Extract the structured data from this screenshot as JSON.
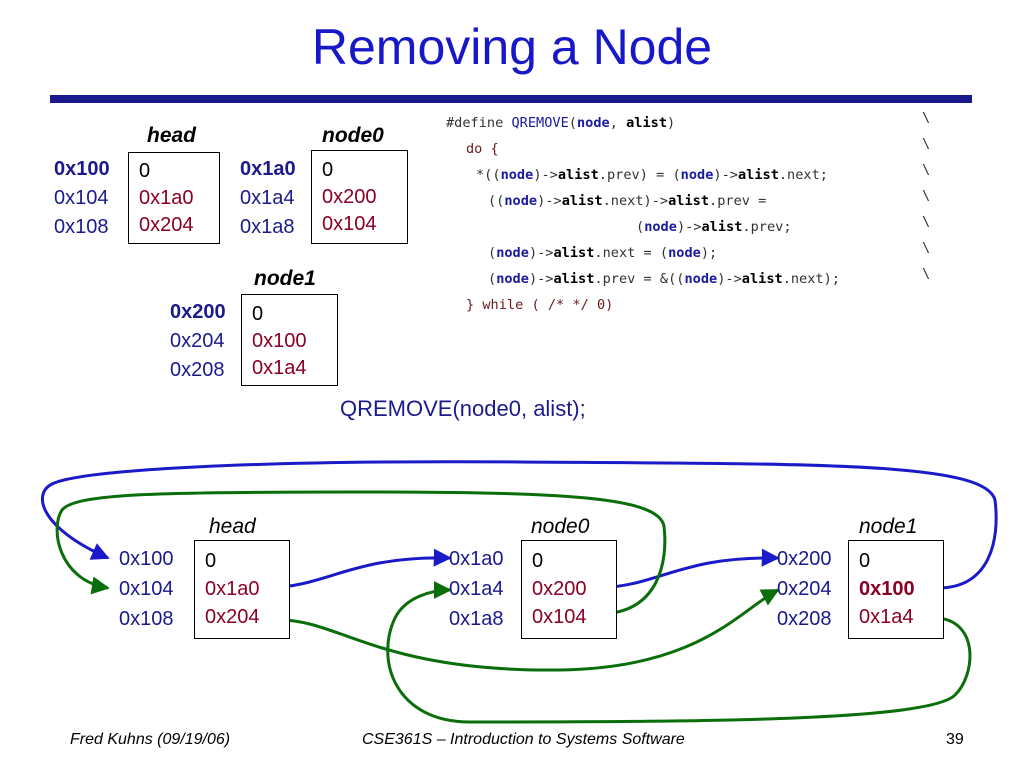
{
  "title": "Removing a Node",
  "code": {
    "lines": [
      [
        [
          "d",
          "#define "
        ],
        [
          "mac",
          "QREMOVE"
        ],
        [
          "d",
          "("
        ],
        [
          "ar",
          "node"
        ],
        [
          "d",
          ", "
        ],
        [
          "bl",
          "alist"
        ],
        [
          "d",
          ")"
        ]
      ],
      [
        [
          "kw",
          "do {"
        ]
      ],
      [
        [
          "d",
          "*(("
        ],
        [
          "ar",
          "node"
        ],
        [
          "d",
          ")->"
        ],
        [
          "bl",
          "alist"
        ],
        [
          "d",
          ".prev) = ("
        ],
        [
          "ar",
          "node"
        ],
        [
          "d",
          ")->"
        ],
        [
          "bl",
          "alist"
        ],
        [
          "d",
          ".next;"
        ]
      ],
      [
        [
          "d",
          "(("
        ],
        [
          "ar",
          "node"
        ],
        [
          "d",
          ")->"
        ],
        [
          "bl",
          "alist"
        ],
        [
          "d",
          ".next)->"
        ],
        [
          "bl",
          "alist"
        ],
        [
          "d",
          ".prev ="
        ]
      ],
      [
        [
          "d",
          "("
        ],
        [
          "ar",
          "node"
        ],
        [
          "d",
          ")->"
        ],
        [
          "bl",
          "alist"
        ],
        [
          "d",
          ".prev;"
        ]
      ],
      [
        [
          "d",
          "("
        ],
        [
          "ar",
          "node"
        ],
        [
          "d",
          ")->"
        ],
        [
          "bl",
          "alist"
        ],
        [
          "d",
          ".next = ("
        ],
        [
          "ar",
          "node"
        ],
        [
          "d",
          ");"
        ]
      ],
      [
        [
          "d",
          "("
        ],
        [
          "ar",
          "node"
        ],
        [
          "d",
          ")->"
        ],
        [
          "bl",
          "alist"
        ],
        [
          "d",
          ".prev = &(("
        ],
        [
          "ar",
          "node"
        ],
        [
          "d",
          ")->"
        ],
        [
          "bl",
          "alist"
        ],
        [
          "d",
          ".next);"
        ]
      ],
      [
        [
          "kw",
          "} while ( /* */ 0)"
        ]
      ]
    ],
    "continuation": "\\"
  },
  "call": "QREMOVE(node0, alist);",
  "before": {
    "head": {
      "name": "head",
      "addrs": [
        "0x100",
        "0x104",
        "0x108"
      ],
      "cells": [
        "0",
        "0x1a0",
        "0x204"
      ]
    },
    "node0": {
      "name": "node0",
      "addrs": [
        "0x1a0",
        "0x1a4",
        "0x1a8"
      ],
      "cells": [
        "0",
        "0x200",
        "0x104"
      ]
    },
    "node1": {
      "name": "node1",
      "addrs": [
        "0x200",
        "0x204",
        "0x208"
      ],
      "cells": [
        "0",
        "0x100",
        "0x1a4"
      ]
    }
  },
  "after": {
    "head": {
      "name": "head",
      "addrs": [
        "0x100",
        "0x104",
        "0x108"
      ],
      "cells": [
        "0",
        "0x1a0",
        "0x204"
      ]
    },
    "node0": {
      "name": "node0",
      "addrs": [
        "0x1a0",
        "0x1a4",
        "0x1a8"
      ],
      "cells": [
        "0",
        "0x200",
        "0x104"
      ]
    },
    "node1": {
      "name": "node1",
      "addrs": [
        "0x200",
        "0x204",
        "0x208"
      ],
      "cells": [
        "0",
        "0x100",
        "0x1a4"
      ]
    }
  },
  "colors": {
    "next_arrow": "#1a1ac8",
    "prev_arrow": "#0a6e0a",
    "address": "#1a1a8c",
    "pointer": "#8b0025"
  },
  "footer": {
    "author": "Fred Kuhns (09/19/06)",
    "course": "CSE361S – Introduction to Systems Software",
    "page": "39"
  }
}
